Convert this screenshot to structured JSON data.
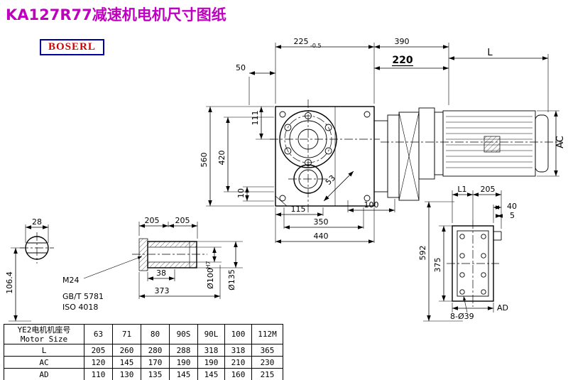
{
  "page": {
    "title": "KA127R77减速机电机尺寸图纸",
    "logo": "BOSERL"
  },
  "dims": {
    "d225": "225",
    "d225_tol": "-0.5",
    "d390": "390",
    "d220": "220",
    "dL": "L",
    "d50": "50",
    "d111": "111",
    "d560": "560",
    "d420": "420",
    "d10": "10",
    "d115": "115",
    "d53": "53",
    "d100": "100",
    "d350": "350",
    "d440": "440",
    "d28": "28",
    "d106": "106.4",
    "d205a": "205",
    "d205b": "205",
    "m24": "M24",
    "gb": "GB/T 5781",
    "iso": "ISO 4018",
    "d38": "38",
    "d373": "373",
    "bore": "Ø100",
    "bore_fit": "H7",
    "od": "Ø135",
    "dL1": "L1",
    "d205c": "205",
    "d40": "40",
    "d5": "5",
    "d592": "592",
    "d375": "375",
    "dAD": "AD",
    "holes": "8-Ø39",
    "dAC": "AC"
  },
  "table": {
    "size_label_cn": "YE2电机机座号",
    "size_label_en": "Motor Size",
    "frames": [
      "63",
      "71",
      "80",
      "90S",
      "90L",
      "100",
      "112M"
    ],
    "rows": [
      {
        "label": "L",
        "values": [
          "205",
          "260",
          "280",
          "288",
          "318",
          "318",
          "365"
        ]
      },
      {
        "label": "AC",
        "values": [
          "120",
          "145",
          "170",
          "190",
          "190",
          "210",
          "230"
        ]
      },
      {
        "label": "AD",
        "values": [
          "110",
          "130",
          "135",
          "145",
          "145",
          "160",
          "215"
        ]
      }
    ]
  }
}
